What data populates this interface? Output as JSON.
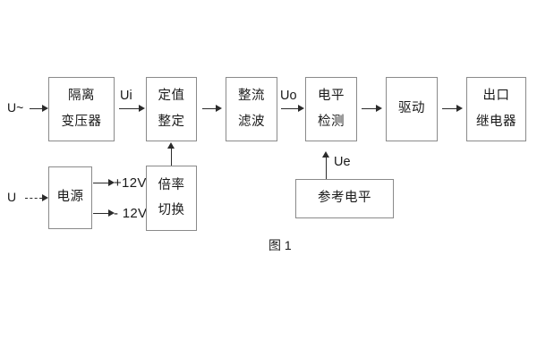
{
  "figure": {
    "caption": "图 1",
    "boxes": [
      {
        "id": "isolation-transformer",
        "line1": "隔离",
        "line2": "变压器"
      },
      {
        "id": "setpoint-setting",
        "line1": "定值",
        "line2": "整定"
      },
      {
        "id": "rectify-filter",
        "line1": "整流",
        "line2": "滤波"
      },
      {
        "id": "level-detection",
        "line1": "电平",
        "line2": "检测"
      },
      {
        "id": "drive",
        "line1": "驱动",
        "line2": ""
      },
      {
        "id": "output-relay",
        "line1": "出口",
        "line2": "继电器"
      },
      {
        "id": "power-supply",
        "line1": "电源",
        "line2": ""
      },
      {
        "id": "multiplier-switch",
        "line1": "倍率",
        "line2": "切换"
      },
      {
        "id": "reference-level",
        "line1": "参考电平",
        "line2": ""
      }
    ],
    "labels": {
      "input_ac": "U~",
      "input_dc": "U",
      "signal_ui": "Ui",
      "signal_uo": "Uo",
      "signal_ue": "Ue",
      "rail_positive": "+12V",
      "rail_negative": "- 12V"
    },
    "colors": {
      "box_border": "#8a8a8a",
      "connector": "#2b2b2b",
      "text": "#1a1a1a",
      "background": "#ffffff"
    }
  }
}
